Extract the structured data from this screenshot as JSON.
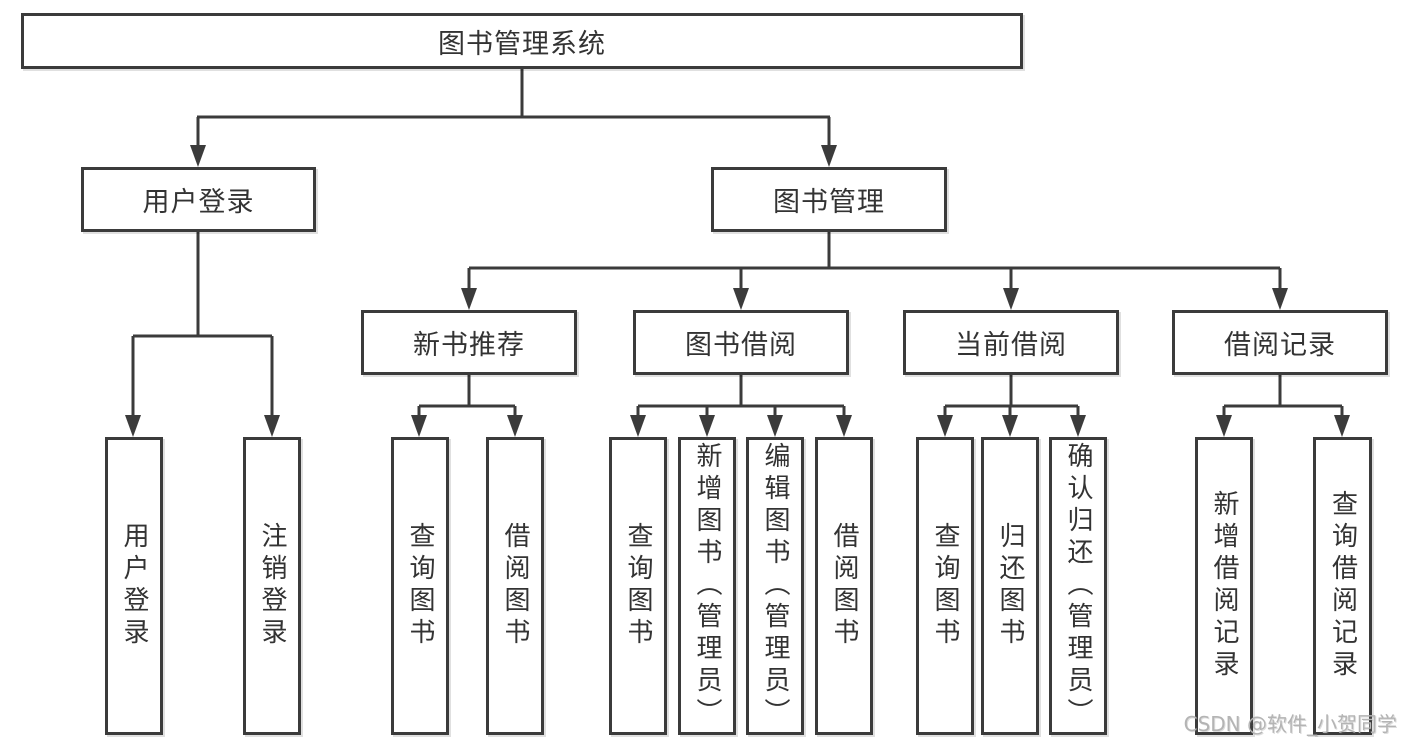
{
  "colors": {
    "line": "#3b3b3b",
    "text": "#333333",
    "watermark": "#b4b4b4",
    "canvas": "#ffffff"
  },
  "watermark": {
    "text": "CSDN @软件_小贺同学"
  },
  "tree": {
    "label": "图书管理系统",
    "children": [
      {
        "label": "用户登录",
        "children": [
          {
            "label": "用户登录"
          },
          {
            "label": "注销登录"
          }
        ]
      },
      {
        "label": "图书管理",
        "children": [
          {
            "label": "新书推荐",
            "children": [
              {
                "label": "查询图书"
              },
              {
                "label": "借阅图书"
              }
            ]
          },
          {
            "label": "图书借阅",
            "children": [
              {
                "label": "查询图书"
              },
              {
                "label": "新增图书（管理员）"
              },
              {
                "label": "编辑图书（管理员）"
              },
              {
                "label": "借阅图书"
              }
            ]
          },
          {
            "label": "当前借阅",
            "children": [
              {
                "label": "查询图书"
              },
              {
                "label": "归还图书"
              },
              {
                "label": "确认归还（管理员）"
              }
            ]
          },
          {
            "label": "借阅记录",
            "children": [
              {
                "label": "新增借阅记录"
              },
              {
                "label": "查询借阅记录"
              }
            ]
          }
        ]
      }
    ]
  }
}
